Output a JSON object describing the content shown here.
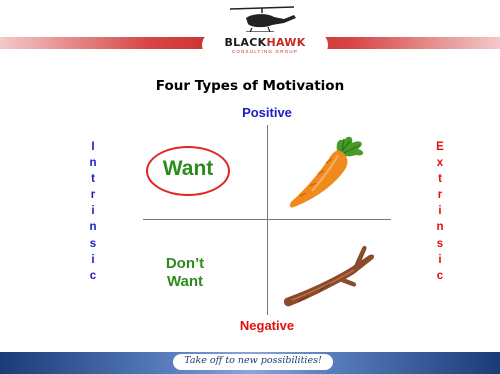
{
  "header": {
    "brand_dark": "BLACK",
    "brand_red": "HAWK",
    "brand_sub": "CONSULTING GROUP",
    "colors": {
      "band_red": "#c62828",
      "band_blue": "#1b3b78"
    }
  },
  "title": "Four Types of Motivation",
  "axes": {
    "top": "Positive",
    "bottom": "Negative",
    "left_letters": [
      "I",
      "n",
      "t",
      "r",
      "i",
      "n",
      "s",
      "i",
      "c"
    ],
    "right_letters": [
      "E",
      "x",
      "t",
      "r",
      "i",
      "n",
      "s",
      "i",
      "c"
    ],
    "colors": {
      "positive": "#1c1cc8",
      "negative": "#e01010"
    }
  },
  "quadrants": {
    "top_left": "Want",
    "bottom_left_line1": "Don’t",
    "bottom_left_line2": "Want",
    "top_right_icon": "carrot-icon",
    "bottom_right_icon": "stick-icon"
  },
  "footer": {
    "tagline": "Take off to new possibilities!"
  }
}
